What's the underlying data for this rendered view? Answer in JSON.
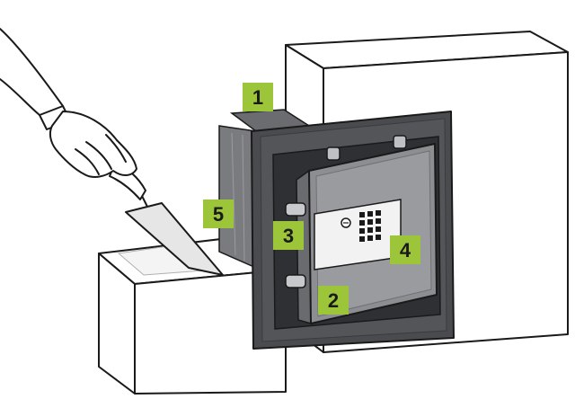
{
  "diagram": {
    "colors": {
      "callout": "#9cc53a",
      "outline": "#1a1a1a",
      "safe_body": "#5e5f62",
      "safe_frame": "#4a4b4e",
      "safe_door": "#8d8e91",
      "panel": "#f2f2f2"
    },
    "callouts": [
      {
        "id": "1",
        "label": "1"
      },
      {
        "id": "2",
        "label": "2"
      },
      {
        "id": "3",
        "label": "3"
      },
      {
        "id": "4",
        "label": "4"
      },
      {
        "id": "5",
        "label": "5"
      }
    ],
    "icons": {
      "hand": "hand-holding-trowel-icon",
      "keypad": "keypad-icon",
      "keyhole": "keyhole-icon"
    }
  }
}
